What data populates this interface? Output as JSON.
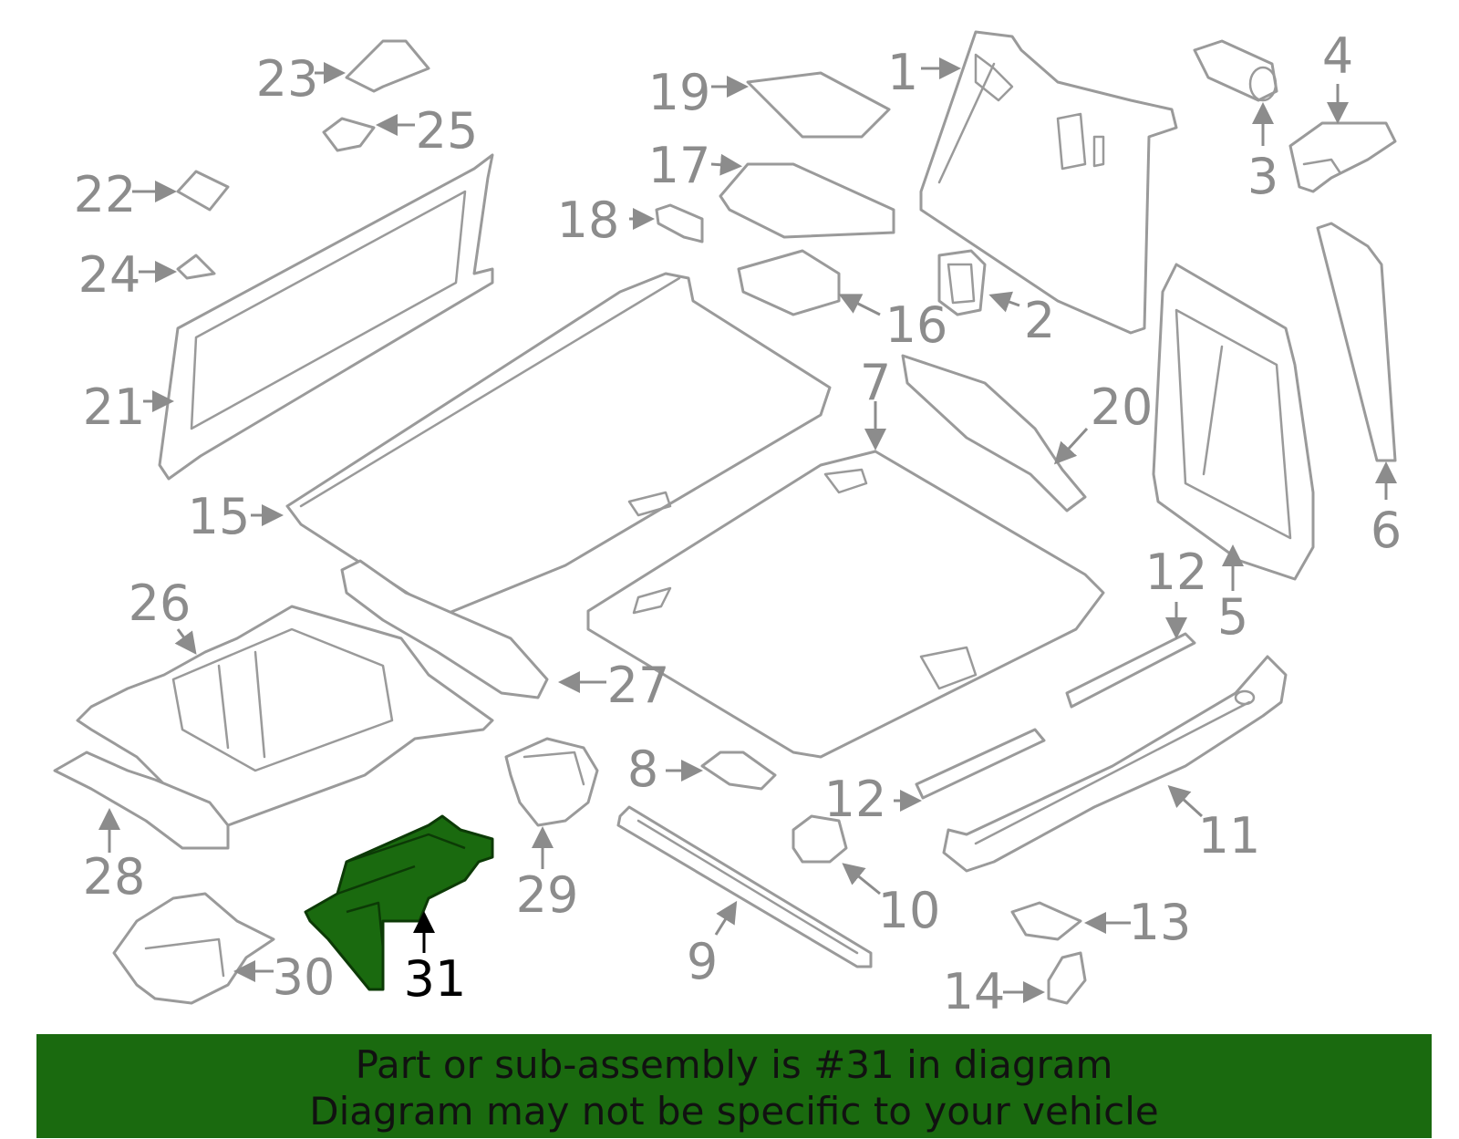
{
  "highlight_color": "#1a6a0f",
  "label_color": "#8c8c8c",
  "callouts": {
    "c1": "1",
    "c2": "2",
    "c3": "3",
    "c4": "4",
    "c5": "5",
    "c6": "6",
    "c7": "7",
    "c8": "8",
    "c9": "9",
    "c10": "10",
    "c11": "11",
    "c12a": "12",
    "c12b": "12",
    "c13": "13",
    "c14": "14",
    "c15": "15",
    "c16": "16",
    "c17": "17",
    "c18": "18",
    "c19": "19",
    "c20": "20",
    "c21": "21",
    "c22": "22",
    "c23": "23",
    "c24": "24",
    "c25": "25",
    "c26": "26",
    "c27": "27",
    "c28": "28",
    "c29": "29",
    "c30": "30",
    "c31": "31"
  },
  "highlighted_part": "31",
  "banner": {
    "line1": "Part or sub-assembly is #31 in diagram",
    "line2": "Diagram may not be specific to your vehicle"
  }
}
